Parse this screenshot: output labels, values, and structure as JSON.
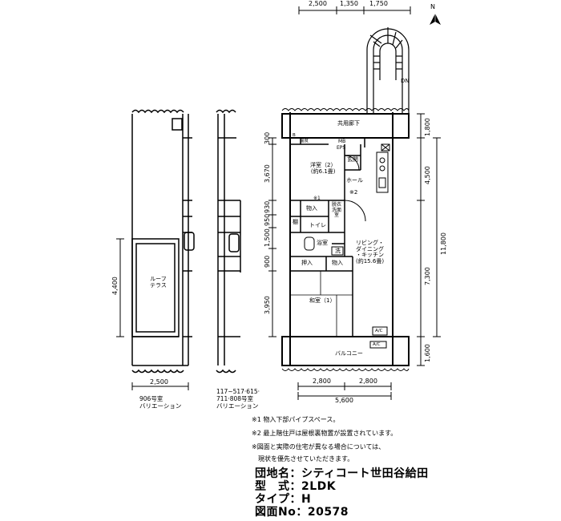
{
  "compass": {
    "label": "N"
  },
  "top_dims": [
    "2,500",
    "1,350",
    "1,750"
  ],
  "stair": {
    "label": "DN"
  },
  "rooms": {
    "corridor": "共用廊下",
    "western": "洋室（2）\n(約6.1畳)",
    "genkan": "玄関",
    "hall": "ホール",
    "note2": "※2",
    "store1": "物入",
    "note1": "※1",
    "washroom": "脱衣\n洗面\n室",
    "shelf": "棚",
    "toilet": "トイレ",
    "bath": "浴室",
    "wash": "洗",
    "ldk": "リビング・\nダイニング\n・キッチン\n(約15.6畳)",
    "closet": "押入",
    "store2": "物入",
    "japanese": "和室（1）",
    "ac1": "A/C",
    "ac2": "A/C",
    "balcony": "バルコニー",
    "roof": "ルーフ\nテラス",
    "mb": "MB",
    "fps": "EPS",
    "b": "B",
    "meter": "温度"
  },
  "left_dims": [
    "300",
    "3,670",
    "930",
    "950",
    "1,500",
    "900",
    "3,950"
  ],
  "right_dims": [
    "1,800",
    "4,500",
    "11,800",
    "7,300",
    "1,600"
  ],
  "bottom_dims": {
    "a": "2,800",
    "b": "2,800",
    "total": "5,600"
  },
  "variation_a": {
    "dim_w": "2,500",
    "dim_h": "4,400",
    "caption": [
      "906号室",
      "バリエーション"
    ]
  },
  "variation_b": {
    "caption": [
      "117~517·615·",
      "711·808号室",
      "バリエーション"
    ]
  },
  "notes": [
    "※1 物入下部パイプスペース。",
    "※2 最上階住戸は屋根裏物置が設置されています。",
    "※図面と実際の住宅が異なる場合については、",
    "　現状を優先させていただきます。"
  ],
  "info": {
    "complex": "団地名：シティコート世田谷給田",
    "type": "型　式：2LDK",
    "subtype": "タイプ：H",
    "drawing_no": "図面No：20578"
  }
}
